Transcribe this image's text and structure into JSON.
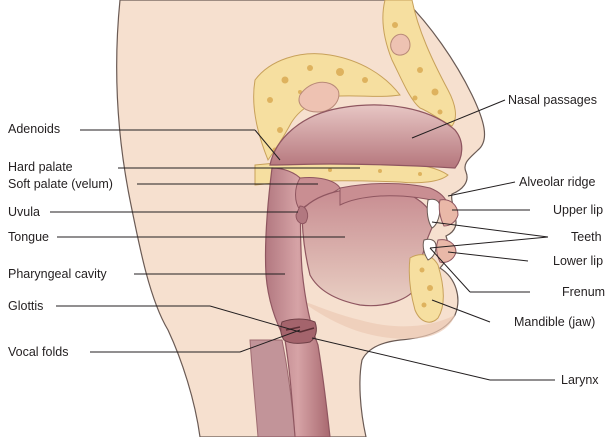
{
  "labels": {
    "left": [
      {
        "id": "adenoids",
        "text": "Adenoids"
      },
      {
        "id": "hard-palate",
        "text": "Hard palate"
      },
      {
        "id": "soft-palate",
        "text": "Soft palate (velum)"
      },
      {
        "id": "uvula",
        "text": "Uvula"
      },
      {
        "id": "tongue",
        "text": "Tongue"
      },
      {
        "id": "pharyngeal-cavity",
        "text": "Pharyngeal cavity"
      },
      {
        "id": "glottis",
        "text": "Glottis"
      },
      {
        "id": "vocal-folds",
        "text": "Vocal folds"
      }
    ],
    "right": [
      {
        "id": "nasal-passages",
        "text": "Nasal passages"
      },
      {
        "id": "alveolar-ridge",
        "text": "Alveolar ridge"
      },
      {
        "id": "upper-lip",
        "text": "Upper lip"
      },
      {
        "id": "teeth",
        "text": "Teeth"
      },
      {
        "id": "lower-lip",
        "text": "Lower lip"
      },
      {
        "id": "frenum",
        "text": "Frenum"
      },
      {
        "id": "mandible",
        "text": "Mandible (jaw)"
      },
      {
        "id": "larynx",
        "text": "Larynx"
      }
    ]
  },
  "colors": {
    "skin": "#f6e0cf",
    "skin_shadow": "#edc9b4",
    "bone": "#f6dfa0",
    "bone_outline": "#c8a15a",
    "tissue": "#c98e92",
    "tissue_dark": "#a4646c",
    "outline": "#5a4a46"
  }
}
